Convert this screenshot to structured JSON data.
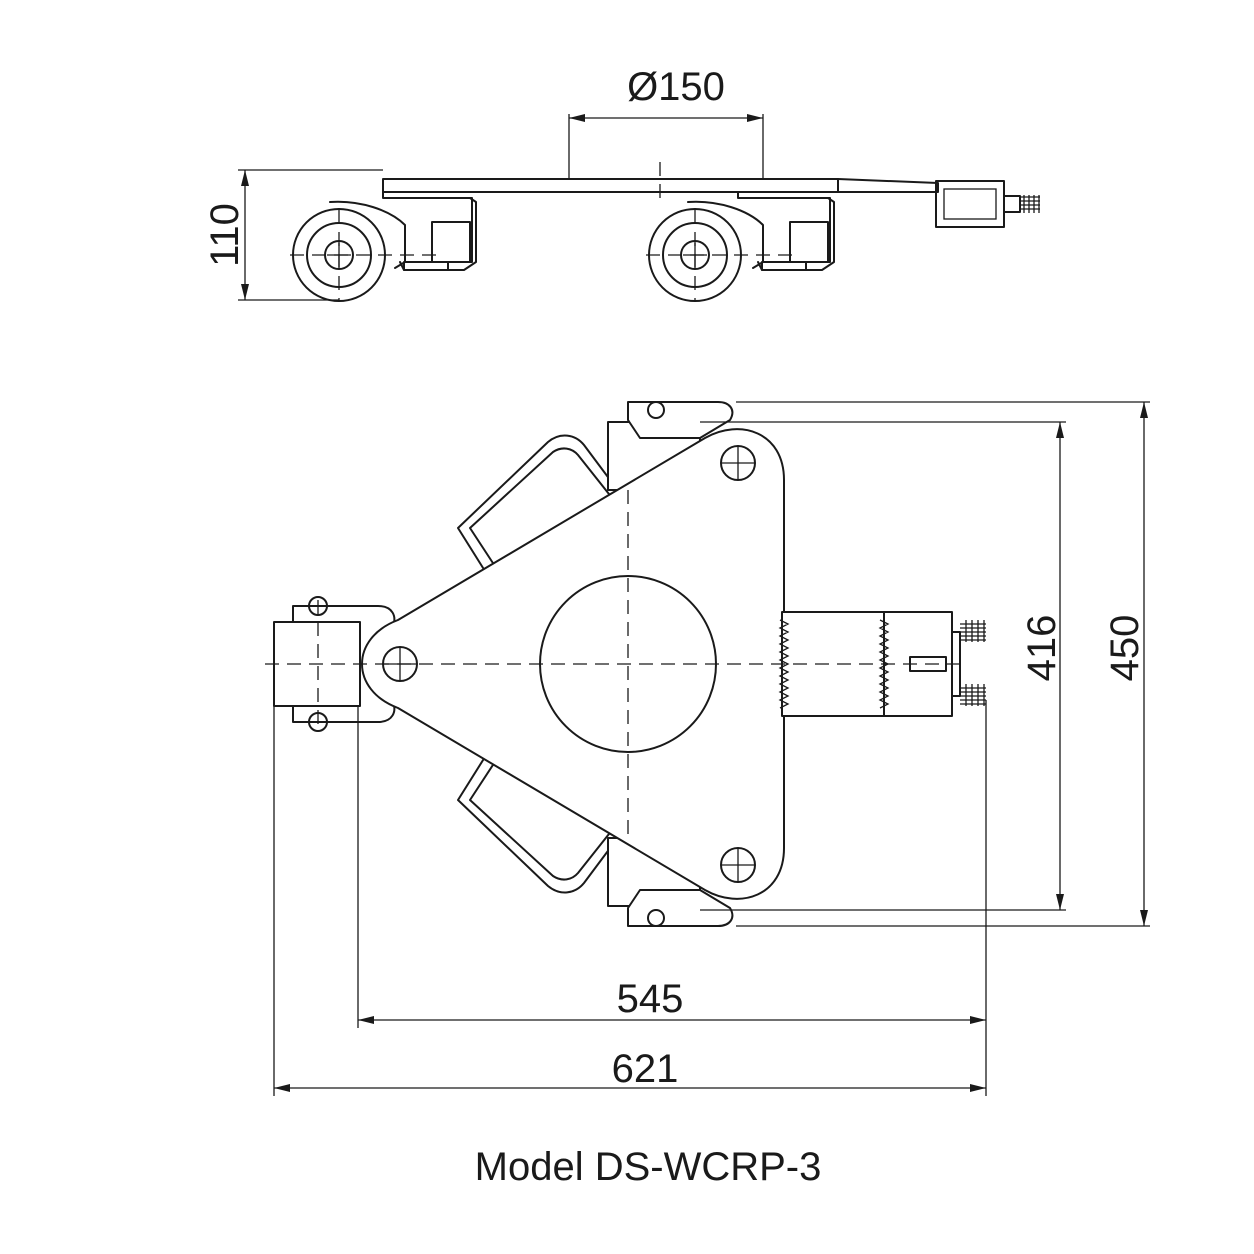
{
  "dimensions": {
    "wheel_diameter": "Ø150",
    "height": "110",
    "inner_width": "416",
    "outer_width": "450",
    "inner_length": "545",
    "outer_length": "621"
  },
  "caption": "Model DS-WCRP-3"
}
